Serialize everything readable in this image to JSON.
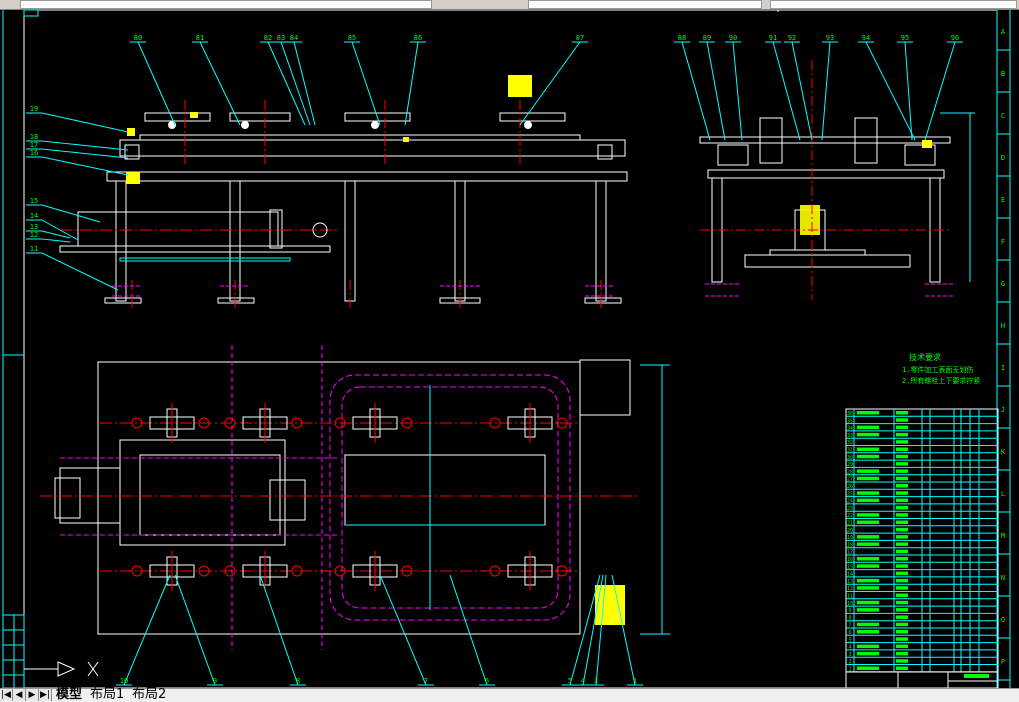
{
  "tabs": [
    {
      "label": "模型",
      "active": true
    },
    {
      "label": "布局1"
    },
    {
      "label": "布局2"
    }
  ],
  "drawing": {
    "colors": {
      "background": "#000000",
      "outline": "#ffffff",
      "leader": "#00ffff",
      "label": "#00ff00",
      "centerline": "#ff0000",
      "hidden": "#ff00ff",
      "highlight": "#ffff00"
    },
    "balloons_top": [
      "80",
      "81",
      "82",
      "83",
      "84",
      "85",
      "86",
      "87"
    ],
    "balloons_side": [
      "88",
      "89",
      "90",
      "91",
      "92",
      "93",
      "94",
      "95",
      "96"
    ],
    "balloons_left": [
      "19",
      "18",
      "17",
      "16",
      "15",
      "14",
      "13",
      "12",
      "11"
    ],
    "balloons_bottom": [
      "10",
      "9",
      "8",
      "7",
      "6",
      "5",
      "4",
      "3",
      "1"
    ],
    "border_letters": [
      "A",
      "B",
      "C",
      "D",
      "E",
      "F",
      "G",
      "H",
      "I",
      "J",
      "K",
      "L",
      "M",
      "N",
      "O",
      "P"
    ],
    "notes": {
      "title": "技术要求",
      "line1": "1.零件加工表面无划伤",
      "line2": "2.所有螺栓上下要求拧紧"
    },
    "bom_item_numbers": [
      "36",
      "35",
      "34",
      "33",
      "32",
      "31",
      "30",
      "29",
      "28",
      "27",
      "26",
      "25",
      "24",
      "23",
      "22",
      "21",
      "20",
      "19",
      "18",
      "17",
      "16",
      "15",
      "14",
      "13",
      "12",
      "11",
      "10",
      "9",
      "8",
      "7",
      "6",
      "5",
      "4",
      "3",
      "2",
      "1"
    ],
    "ucs_icon": "ucs-x-icon",
    "ucs_label": "X"
  }
}
